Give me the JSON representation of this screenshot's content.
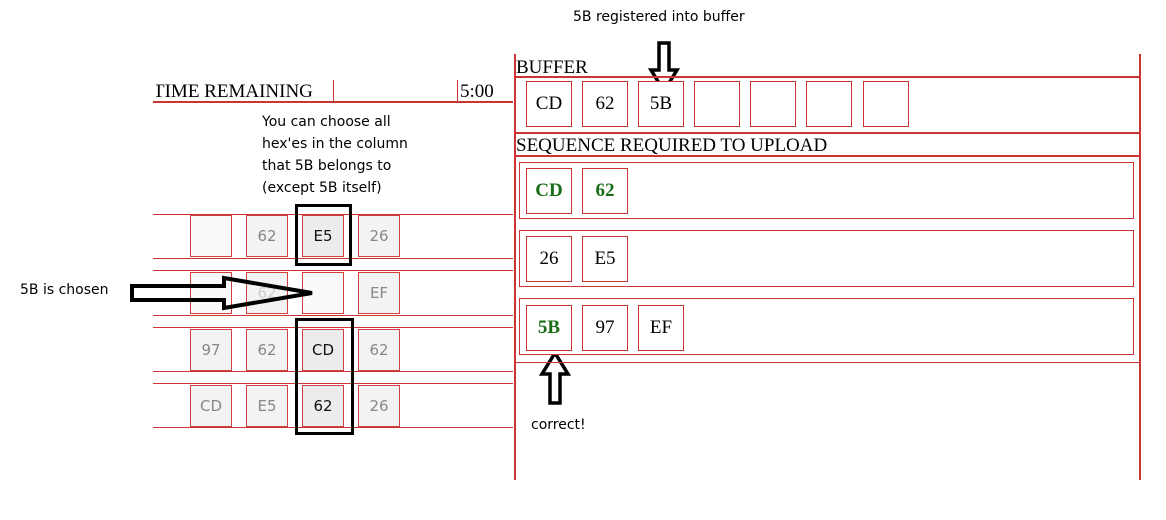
{
  "annotations": {
    "buffer_note": "5B registered into buffer",
    "column_note_lines": [
      "You can choose all",
      "hex'es in the column",
      "that 5B belongs to",
      "(except 5B itself)"
    ],
    "chosen_note": "5B is chosen",
    "correct_note": "correct!"
  },
  "timer": {
    "label": "TIME REMAINING",
    "value": "5:00"
  },
  "grid": {
    "rows": [
      [
        "",
        "62",
        "E5",
        "26"
      ],
      [
        "",
        "62",
        "",
        "EF"
      ],
      [
        "97",
        "62",
        "CD",
        "62"
      ],
      [
        "CD",
        "E5",
        "62",
        "26"
      ]
    ]
  },
  "buffer": {
    "title": "BUFFER",
    "cells": [
      "CD",
      "62",
      "5B",
      "",
      "",
      "",
      ""
    ]
  },
  "sequences": {
    "title": "SEQUENCE REQUIRED TO UPLOAD",
    "rows": [
      [
        "CD",
        "62"
      ],
      [
        "26",
        "E5"
      ],
      [
        "5B",
        "97",
        "EF"
      ]
    ]
  },
  "colors": {
    "grid_line": "#cc3333",
    "completed_text": "#1a6e1a"
  }
}
